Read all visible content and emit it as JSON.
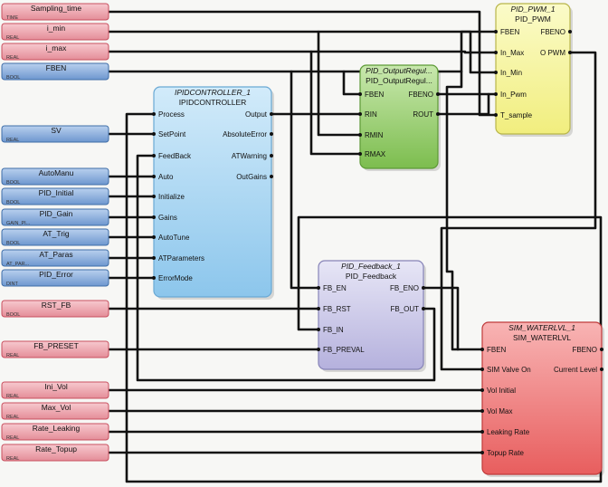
{
  "colors": {
    "background": "#f7f7f5",
    "wire": "#111111",
    "input_red": "#e9a3ac",
    "input_red_edge": "#c8505f",
    "input_blue": "#8aaedb",
    "input_blue_edge": "#3f6ea8",
    "block_blue": "#a9d3ef",
    "block_green": "#a5d27f",
    "block_yellow": "#f6f59e",
    "block_purple": "#cfcdea",
    "block_red": "#f08a8a"
  },
  "inputs": [
    {
      "label": "Sampling_time",
      "type": "TIME",
      "color": "red"
    },
    {
      "label": "i_min",
      "type": "REAL",
      "color": "red"
    },
    {
      "label": "i_max",
      "type": "REAL",
      "color": "red"
    },
    {
      "label": "FBEN",
      "type": "BOOL",
      "color": "blue"
    },
    {
      "label": "SV",
      "type": "REAL",
      "color": "blue"
    },
    {
      "label": "AutoManu",
      "type": "BOOL",
      "color": "blue"
    },
    {
      "label": "PID_Initial",
      "type": "BOOL",
      "color": "blue"
    },
    {
      "label": "PID_Gain",
      "type": "GAIN_PI...",
      "color": "blue"
    },
    {
      "label": "AT_Trig",
      "type": "BOOL",
      "color": "blue"
    },
    {
      "label": "AT_Paras",
      "type": "AT_PAR...",
      "color": "blue"
    },
    {
      "label": "PID_Error",
      "type": "DINT",
      "color": "blue"
    },
    {
      "label": "RST_FB",
      "type": "BOOL",
      "color": "red"
    },
    {
      "label": "FB_PRESET",
      "type": "REAL",
      "color": "red"
    },
    {
      "label": "Ini_Vol",
      "type": "REAL",
      "color": "red"
    },
    {
      "label": "Max_Vol",
      "type": "REAL",
      "color": "red"
    },
    {
      "label": "Rate_Leaking",
      "type": "REAL",
      "color": "red"
    },
    {
      "label": "Rate_Topup",
      "type": "REAL",
      "color": "red"
    }
  ],
  "blocks": {
    "pidcontroller": {
      "instance": "IPIDCONTROLLER_1",
      "type": "IPIDCONTROLLER",
      "inputs": [
        "Process",
        "SetPoint",
        "FeedBack",
        "Auto",
        "Initialize",
        "Gains",
        "AutoTune",
        "ATParameters",
        "ErrorMode"
      ],
      "outputs": [
        "Output",
        "AbsoluteError",
        "ATWarning",
        "OutGains"
      ]
    },
    "outputregul": {
      "instance": "PID_OutputRegul...",
      "type": "PID_OutputRegul...",
      "inputs": [
        "FBEN",
        "RIN",
        "RMIN",
        "RMAX"
      ],
      "outputs": [
        "FBENO",
        "ROUT"
      ]
    },
    "pwm": {
      "instance": "PID_PWM_1",
      "type": "PID_PWM",
      "inputs": [
        "FBEN",
        "In_Max",
        "In_Min",
        "In_Pwm",
        "T_sample"
      ],
      "outputs": [
        "FBENO",
        "O_PWM"
      ]
    },
    "feedback": {
      "instance": "PID_Feedback_1",
      "type": "PID_Feedback",
      "inputs": [
        "FB_EN",
        "FB_RST",
        "FB_IN",
        "FB_PREVAL"
      ],
      "outputs": [
        "FB_ENO",
        "FB_OUT"
      ]
    },
    "waterlvl": {
      "instance": "SIM_WATERLVL_1",
      "type": "SIM_WATERLVL",
      "inputs": [
        "FBEN",
        "SIM_Valve_On",
        "Vol_Initial",
        "Vol_Max",
        "Leaking_Rate",
        "Topup_Rate"
      ],
      "outputs": [
        "FBENO",
        "Current_Level"
      ]
    }
  }
}
